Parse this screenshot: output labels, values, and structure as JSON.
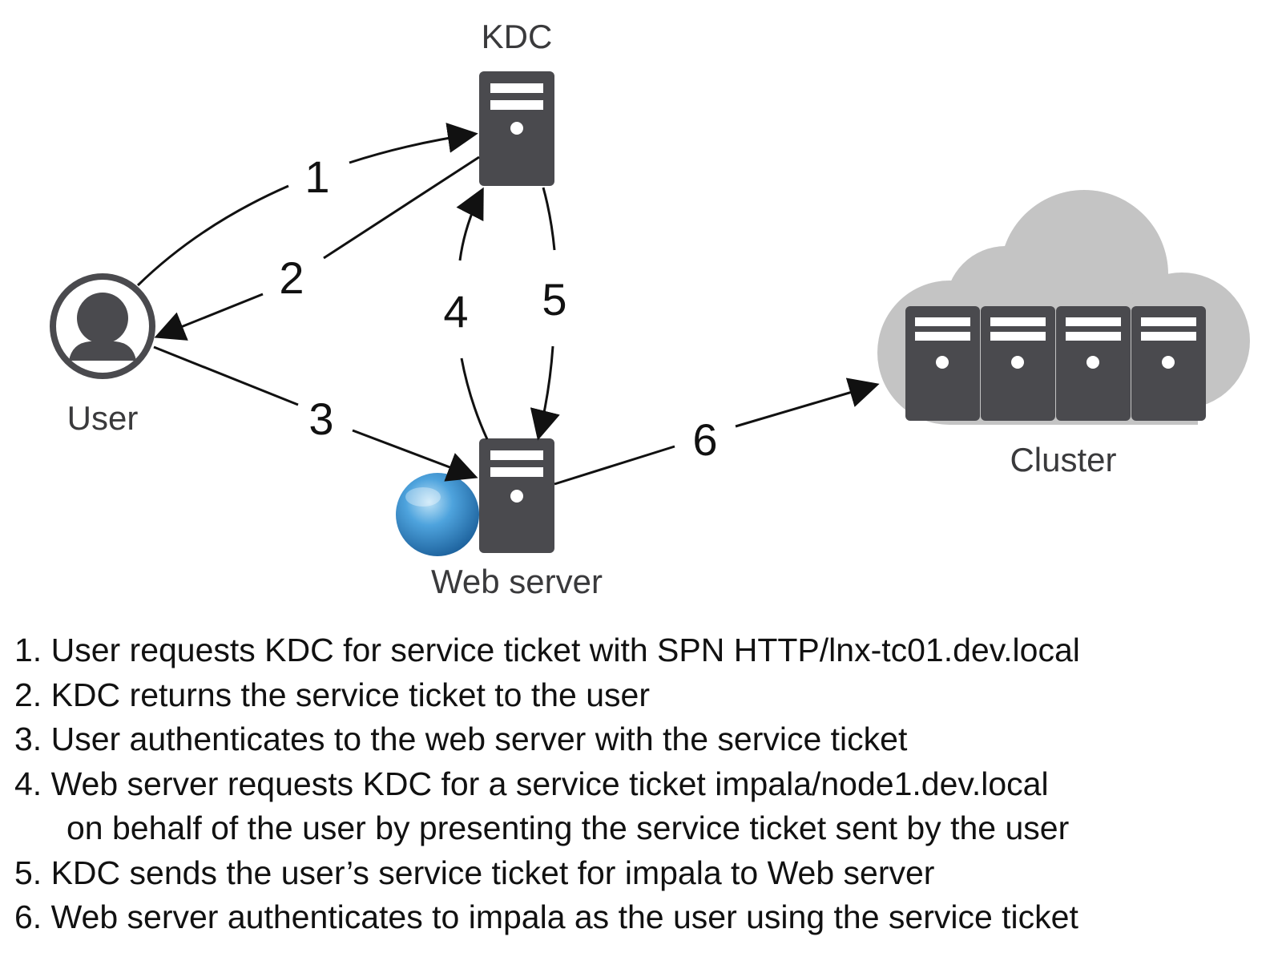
{
  "nodes": {
    "kdc": "KDC",
    "user": "User",
    "web_server": "Web server",
    "cluster": "Cluster"
  },
  "edges": [
    "1",
    "2",
    "3",
    "4",
    "5",
    "6"
  ],
  "legend": [
    "1. User requests KDC for service ticket with SPN HTTP/lnx-tc01.dev.local",
    "2. KDC returns the service ticket to the user",
    "3. User authenticates to the web server with the service ticket",
    "4. Web server requests KDC for a service ticket impala/node1.dev.local",
    "on behalf of the user by presenting the service ticket sent by the user",
    "5. KDC sends the user’s service ticket for impala to Web server",
    "6. Web server authenticates to impala as the user using the service ticket"
  ],
  "colors": {
    "server": "#4a4a4e",
    "cloud": "#c4c4c4",
    "globe": "#2f86c9",
    "line": "#111111",
    "label": "#3a3a3c"
  },
  "icons": [
    "server-icon",
    "user-icon",
    "globe-icon",
    "cloud-icon"
  ]
}
